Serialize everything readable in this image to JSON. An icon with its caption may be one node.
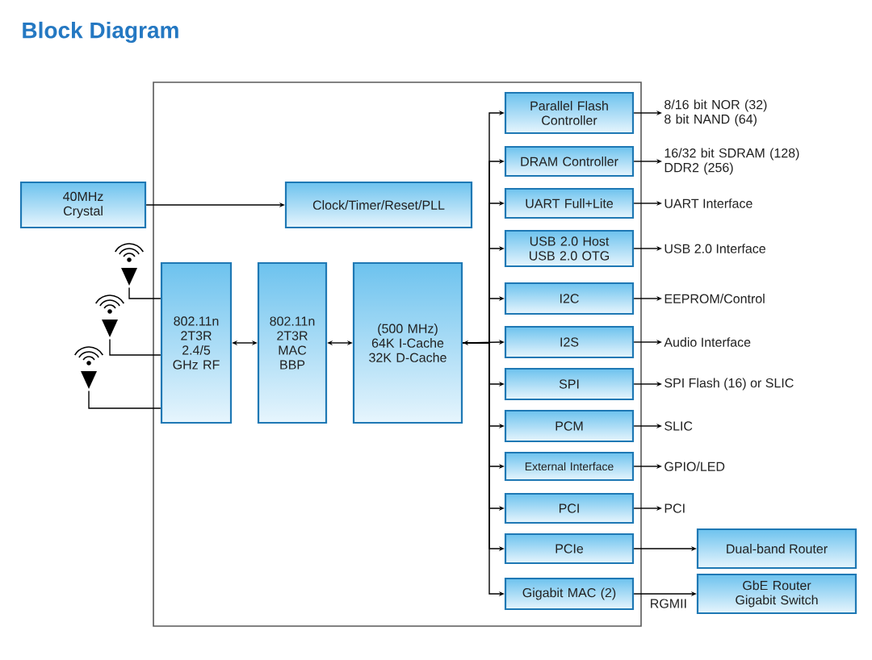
{
  "diagram": {
    "title": "Block Diagram",
    "nodes": [
      {
        "text": [
          "40MHz Crystal"
        ]
      },
      {
        "text": [],
        "shape": "box"
      },
      {
        "text": [
          "Clock/Timer/Reset/PLL"
        ],
        "in": 1
      },
      {
        "text": [
          "802.11n 2T3R 2.4/5 GHz RF"
        ],
        "in": 1
      },
      {
        "text": [
          "802.11n 2T3R MAC BBP"
        ],
        "in": 1
      },
      {
        "text": [
          "(500 MHz) 64K I-Cache 32K D-Cache"
        ],
        "in": 1
      },
      {
        "text": [
          "Parallel Flash Controller"
        ],
        "in": 1
      },
      {
        "text": [
          "DRAM Controller"
        ],
        "in": 1
      },
      {
        "text": [
          "UART Full+Lite"
        ],
        "in": 1
      },
      {
        "text": [
          "USB 2.0 Host USB 2.0 OTG"
        ],
        "in": 1
      },
      {
        "text": [
          "I2C"
        ],
        "in": 1
      },
      {
        "text": [
          "I2S"
        ],
        "in": 1
      },
      {
        "text": [
          "SPI"
        ],
        "in": 1
      },
      {
        "text": [
          "PCM"
        ],
        "in": 1
      },
      {
        "text": [
          "External Interface"
        ],
        "in": 1
      },
      {
        "text": [
          "PCI"
        ],
        "in": 1
      },
      {
        "text": [
          "PCIe"
        ],
        "in": 1
      },
      {
        "text": [
          "Gigabit MAC (2)"
        ],
        "in": 1
      },
      {
        "text": [
          "8/16 bit NOR (32) 8 bit NAND (64)"
        ]
      },
      {
        "text": [
          "16/32 bit SDRAM (128) DDR2 (256)"
        ]
      },
      {
        "text": [
          "UART Interface"
        ]
      },
      {
        "text": [
          "USB 2.0 Interface"
        ]
      },
      {
        "text": [
          "EEPROM/Control"
        ]
      },
      {
        "text": [
          "Audio Interface"
        ]
      },
      {
        "text": [
          "SPI Flash (16) or SLIC"
        ]
      },
      {
        "text": [
          "SLIC"
        ]
      },
      {
        "text": [
          "GPIO/LED"
        ]
      },
      {
        "text": [
          "PCI"
        ]
      },
      {
        "text": [
          "Dual-band Router"
        ]
      },
      {
        "text": [
          "GbE Router Gigabit Switch"
        ]
      },
      {
        "text": [],
        "shape": "antenna"
      },
      {
        "text": [],
        "shape": "antenna"
      },
      {
        "text": [],
        "shape": "antenna"
      }
    ],
    "edges": [
      {
        "from": 0,
        "to": 2,
        "arrow": "to"
      },
      {
        "from": 30,
        "to": 3,
        "arrow": "none"
      },
      {
        "from": 31,
        "to": 3,
        "arrow": "none"
      },
      {
        "from": 32,
        "to": 3,
        "arrow": "none"
      },
      {
        "from": 3,
        "to": 4,
        "arrow": "both"
      },
      {
        "from": 4,
        "to": 5,
        "arrow": "both"
      },
      {
        "from": 5,
        "to": 6,
        "arrow": "to"
      },
      {
        "from": 5,
        "to": 7,
        "arrow": "to"
      },
      {
        "from": 5,
        "to": 8,
        "arrow": "to"
      },
      {
        "from": 5,
        "to": 9,
        "arrow": "to"
      },
      {
        "from": 5,
        "to": 10,
        "arrow": "to"
      },
      {
        "from": 5,
        "to": 11,
        "arrow": "both"
      },
      {
        "from": 5,
        "to": 12,
        "arrow": "to"
      },
      {
        "from": 5,
        "to": 13,
        "arrow": "to"
      },
      {
        "from": 5,
        "to": 14,
        "arrow": "to"
      },
      {
        "from": 5,
        "to": 15,
        "arrow": "to"
      },
      {
        "from": 5,
        "to": 16,
        "arrow": "to"
      },
      {
        "from": 5,
        "to": 17,
        "arrow": "to"
      },
      {
        "from": 6,
        "to": 18,
        "arrow": "to"
      },
      {
        "from": 7,
        "to": 19,
        "arrow": "to"
      },
      {
        "from": 8,
        "to": 20,
        "arrow": "to"
      },
      {
        "from": 9,
        "to": 21,
        "arrow": "to"
      },
      {
        "from": 10,
        "to": 22,
        "arrow": "to"
      },
      {
        "from": 11,
        "to": 23,
        "arrow": "to"
      },
      {
        "from": 12,
        "to": 24,
        "arrow": "to"
      },
      {
        "from": 13,
        "to": 25,
        "arrow": "to"
      },
      {
        "from": 14,
        "to": 26,
        "arrow": "to"
      },
      {
        "from": 15,
        "to": 27,
        "arrow": "to"
      },
      {
        "from": 16,
        "to": 28,
        "arrow": "to"
      },
      {
        "from": 17,
        "to": 29,
        "arrow": "to",
        "label": "RGMII"
      }
    ]
  }
}
